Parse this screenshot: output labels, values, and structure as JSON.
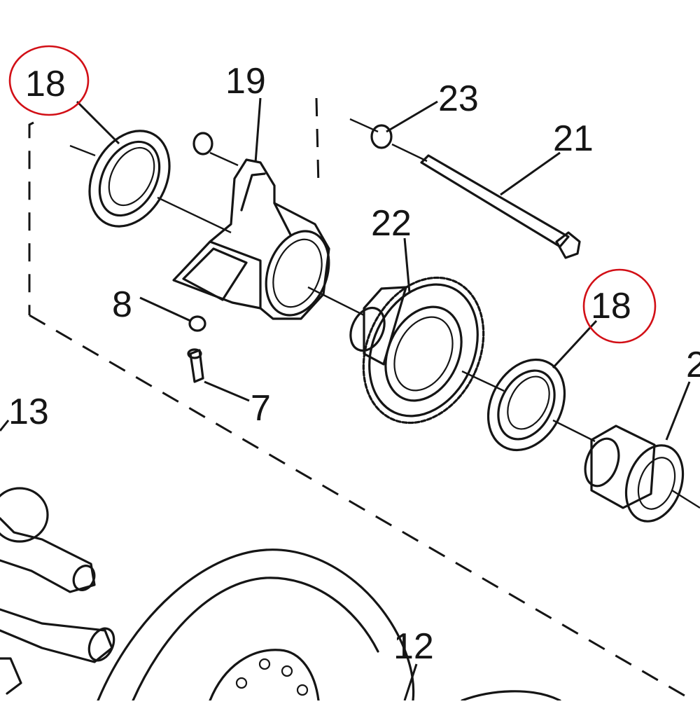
{
  "diagram": {
    "callouts": {
      "c18a": "18",
      "c19": "19",
      "c23": "23",
      "c21": "21",
      "c22": "22",
      "c8": "8",
      "c18b": "18",
      "c7": "7",
      "c13": "13",
      "c2": "2",
      "c12": "12"
    },
    "highlighted_callouts": [
      "c18a",
      "c18b"
    ],
    "highlight_color": "#d20f16",
    "line_color": "#151515"
  }
}
